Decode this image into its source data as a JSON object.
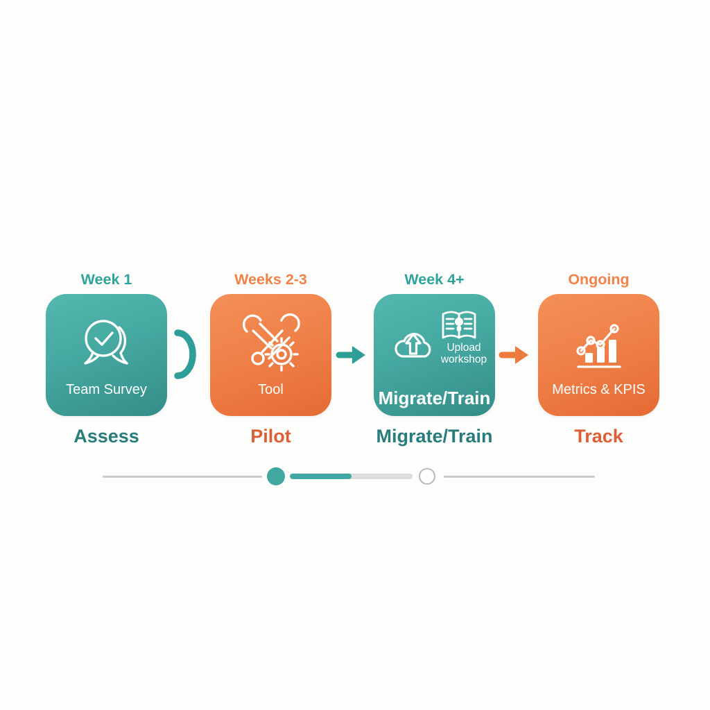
{
  "stages": [
    {
      "header": "Week 1",
      "box_text": "Team Survey",
      "label": "Assess",
      "theme": "teal",
      "icon": "chat-check-icon"
    },
    {
      "header": "Weeks 2-3",
      "box_text": "Tool",
      "label": "Pilot",
      "theme": "orange",
      "icon": "wrench-gear-icon"
    },
    {
      "header": "Week 4+",
      "icon_caption": "Upload workshop",
      "box_text": "Migrate/Train",
      "label": "Migrate/Train",
      "theme": "teal",
      "icons": [
        "cloud-upload-icon",
        "book-lightbulb-icon"
      ]
    },
    {
      "header": "Ongoing",
      "box_text": "Metrics & KPIS",
      "label": "Track",
      "theme": "orange",
      "icon": "bar-chart-trend-icon"
    }
  ],
  "connectors": [
    {
      "between": "assess-pilot",
      "type": "arc",
      "color": "#2f9e99"
    },
    {
      "between": "pilot-migrate",
      "type": "arrow",
      "color": "#2f9e99"
    },
    {
      "between": "migrate-track",
      "type": "arrow",
      "color": "#ec7b3e"
    }
  ],
  "progress_bar": {
    "start_dot": {
      "style": "filled",
      "color": "#41a8a1"
    },
    "track": {
      "fill_color": "#41a8a1",
      "track_color": "#dcdcdc",
      "fill_percent": 50
    },
    "end_dot": {
      "style": "outline",
      "border_color": "#b9b9b9"
    },
    "line_color": "#cbcbcb"
  },
  "colors": {
    "background": "#fdfdfc",
    "teal_header": "#2fa39c",
    "teal_box_top": "#53b8b0",
    "teal_box_bottom": "#358d88",
    "teal_label": "#287c7c",
    "orange_header": "#f0824a",
    "orange_box_top": "#f39058",
    "orange_box_bottom": "#e56b33",
    "orange_label": "#dc5f36"
  }
}
